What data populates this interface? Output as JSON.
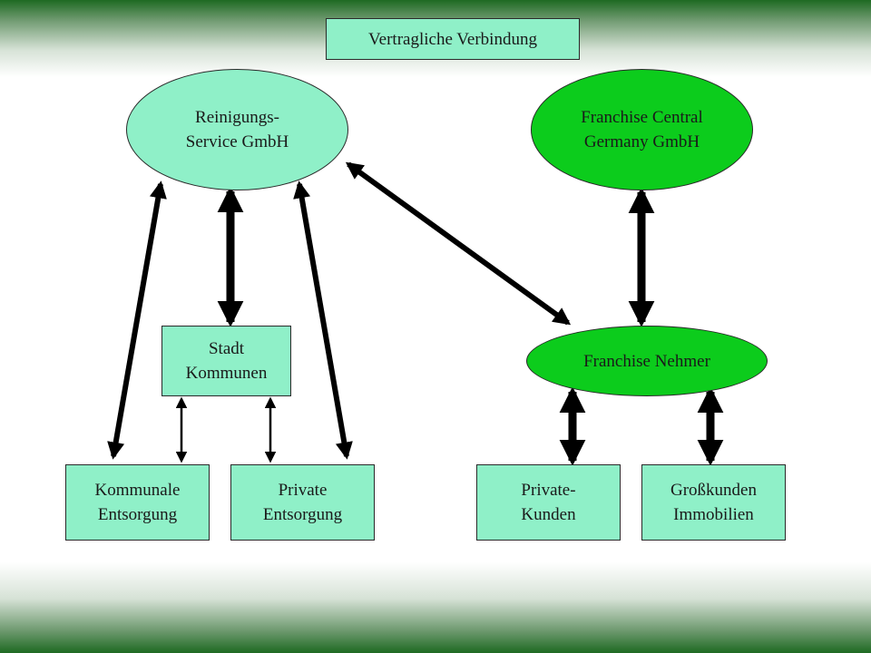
{
  "title": "Vertragliche Verbindung",
  "nodes": {
    "reinigungs_service": "Reinigungs-\nService GmbH",
    "franchise_central": "Franchise Central\nGermany GmbH",
    "stadt_kommunen": "Stadt\nKommunen",
    "franchise_nehmer": "Franchise Nehmer",
    "kommunale_entsorgung": "Kommunale\nEntsorgung",
    "private_entsorgung": "Private\nEntsorgung",
    "private_kunden": "Private-\nKunden",
    "grosskunden_immobilien": "Großkunden\nImmobilien"
  },
  "colors": {
    "light_node": "#8ff0c8",
    "dark_node": "#0ccc1c",
    "arrow": "#000000",
    "frame_green": "#1e6a22"
  }
}
